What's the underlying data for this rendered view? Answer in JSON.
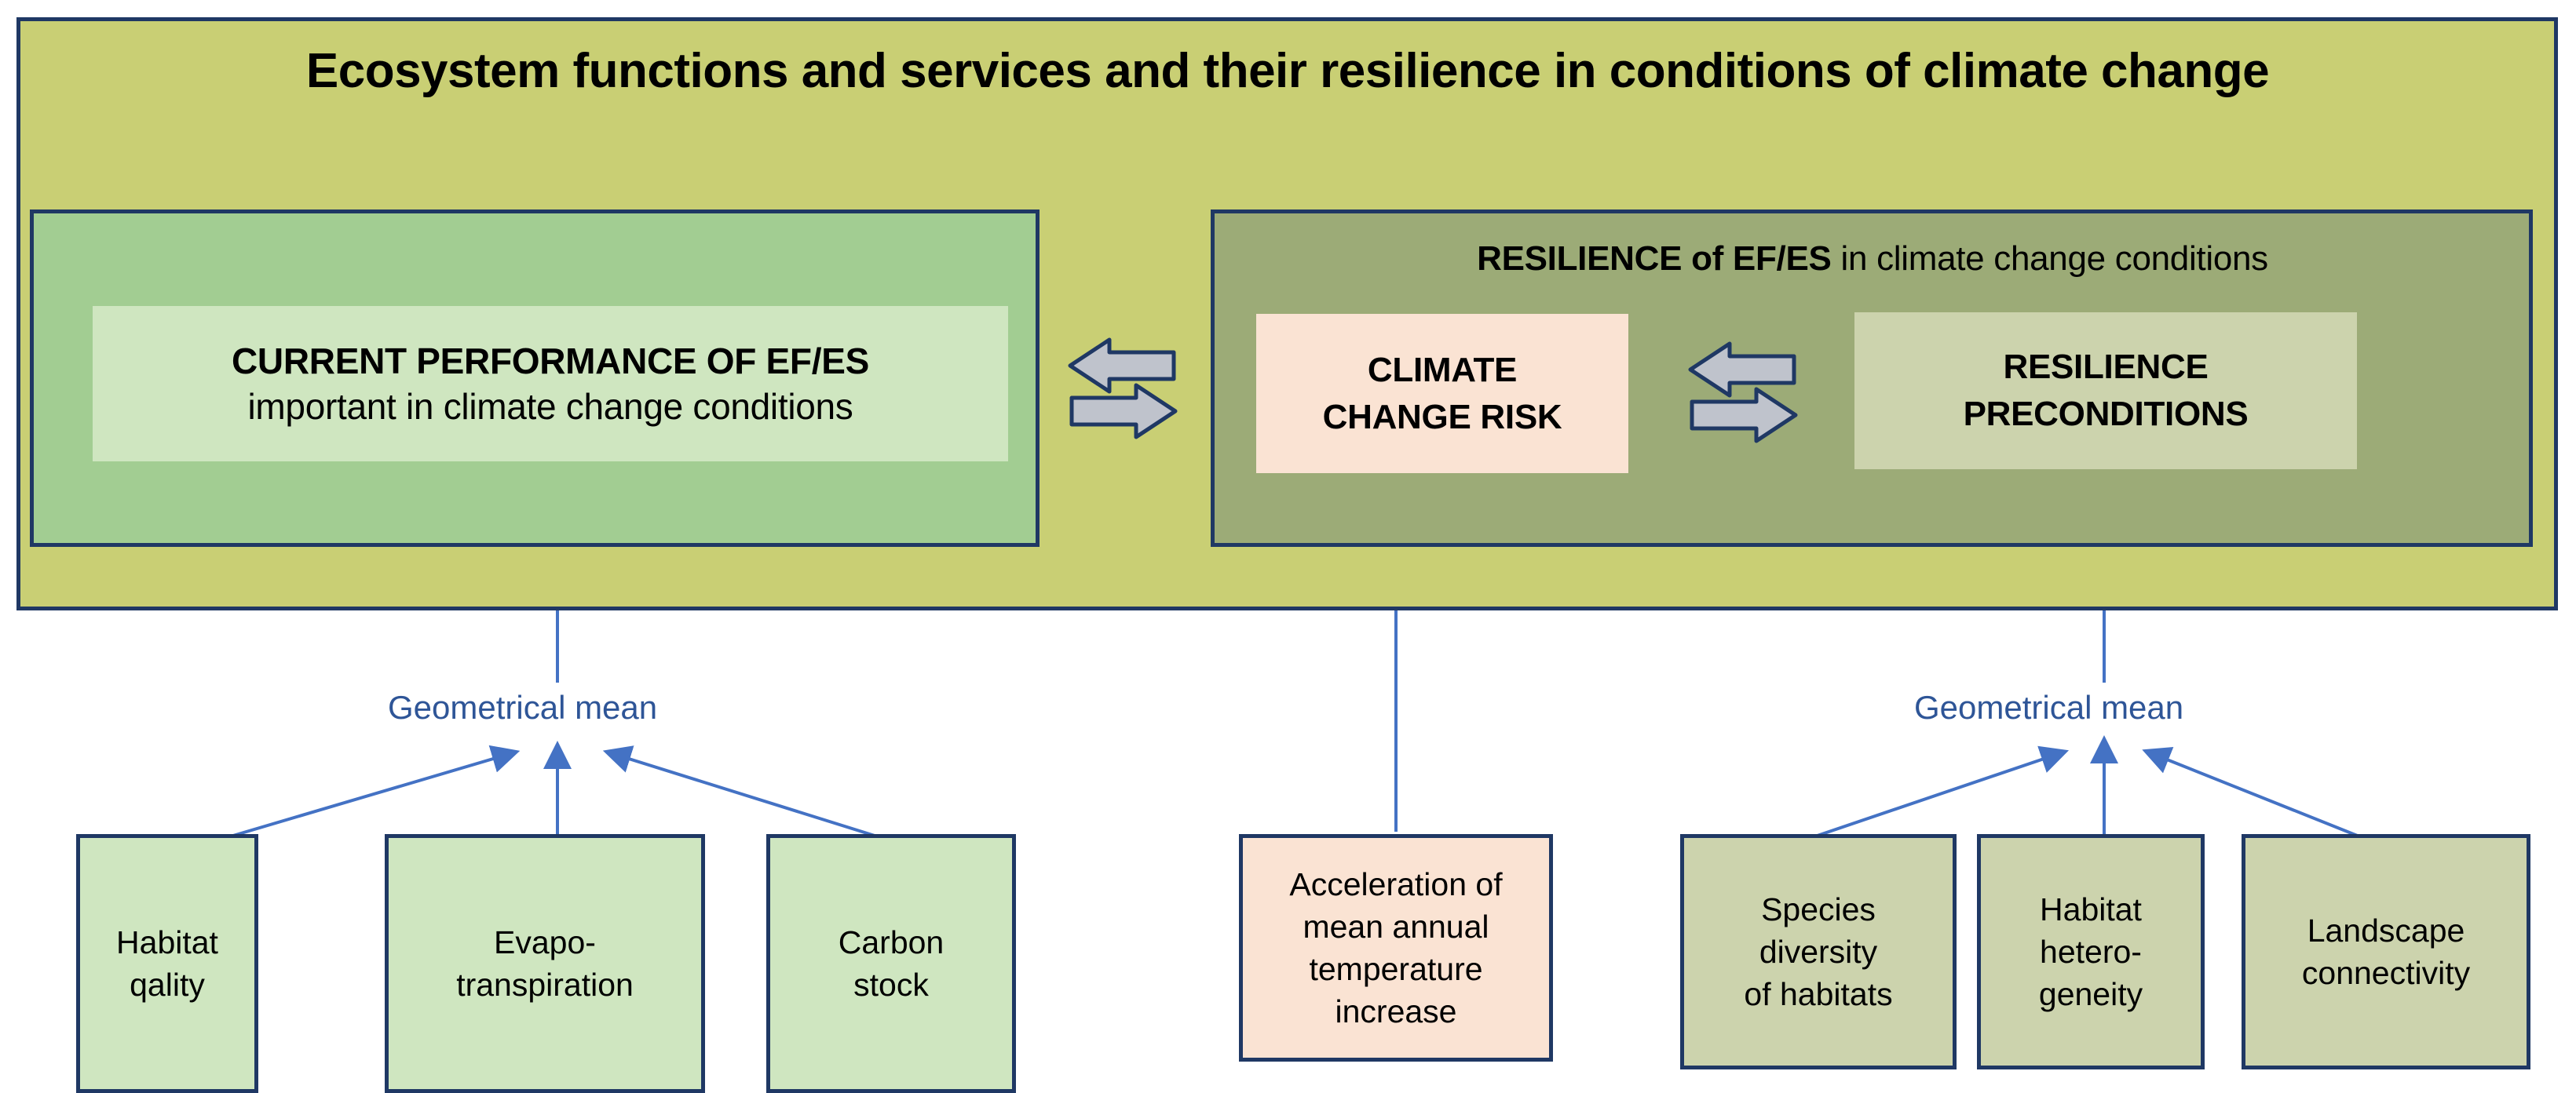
{
  "title": "Ecosystem functions and services and their resilience in conditions of climate change",
  "left_panel": {
    "label_line1": "CURRENT PERFORMANCE OF EF/ES",
    "label_line2": "important in climate change conditions"
  },
  "right_panel": {
    "heading_bold": "RESILIENCE  of EF/ES",
    "heading_rest": " in climate change conditions",
    "climate_risk": {
      "line1": "CLIMATE",
      "line2": "CHANGE RISK"
    },
    "resilience_preconditions": {
      "line1": "RESILIENCE",
      "line2": "PRECONDITIONS"
    }
  },
  "aggregation": {
    "left_label": "Geometrical mean",
    "right_label": "Geometrical mean"
  },
  "indicators": {
    "left_group": [
      {
        "id": "habitat-quality",
        "text": "Habitat\nqality"
      },
      {
        "id": "evapotranspiration",
        "text": "Evapo-\ntranspiration"
      },
      {
        "id": "carbon-stock",
        "text": "Carbon\nstock"
      }
    ],
    "middle_group": [
      {
        "id": "temperature-increase",
        "text": "Acceleration  of\nmean annual\ntemperature\nincrease"
      }
    ],
    "right_group": [
      {
        "id": "species-diversity",
        "text": "Species\ndiversity\nof habitats"
      },
      {
        "id": "habitat-heterogeneity",
        "text": "Habitat\nhetero-\ngeneity"
      },
      {
        "id": "landscape-connectivity",
        "text": "Landscape\nconnectivity"
      }
    ]
  },
  "colors": {
    "banner_bg": "#c9cf74",
    "border": "#1f3864",
    "left_panel_bg": "#a2cd92",
    "right_panel_bg": "#9cab77",
    "light_green_box": "#cfe6c0",
    "peach_box": "#fae3d3",
    "olive_box": "#ccd3ad",
    "connector_blue": "#4472c4",
    "geo_mean_text": "#2e5597",
    "swap_arrow_fill": "#bfc3cc"
  },
  "icons": {
    "swap_arrows": "bidirectional-swap-arrows",
    "up_arrow": "up-arrow"
  }
}
